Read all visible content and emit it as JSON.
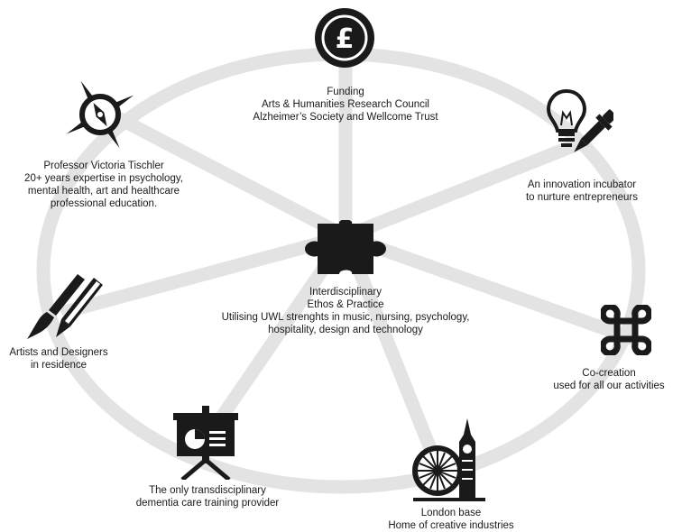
{
  "hub": {
    "icon": "puzzle-piece-icon",
    "lines": [
      "Interdisciplinary",
      "Ethos & Practice",
      "Utilising UWL strenghts in music, nursing, psychology,",
      "hospitality, design and technology"
    ]
  },
  "nodes": {
    "funding": {
      "icon": "pound-coin-icon",
      "lines": [
        "Funding",
        "Arts & Humanities Research Council",
        "Alzheimer’s Society and Wellcome Trust"
      ]
    },
    "innovation": {
      "icon": "lightbulb-pipette-icon",
      "lines": [
        "An innovation incubator",
        "to nurture entrepreneurs"
      ]
    },
    "cocreation": {
      "icon": "command-key-icon",
      "lines": [
        "Co-creation",
        "used for all our activities"
      ]
    },
    "london": {
      "icon": "london-eye-big-ben-icon",
      "lines": [
        "London base",
        "Home of creative industries"
      ]
    },
    "training": {
      "icon": "presentation-board-icon",
      "lines": [
        "The only transdisciplinary",
        "dementia care training provider"
      ]
    },
    "artists": {
      "icon": "paintbrush-pencil-icon",
      "lines": [
        "Artists and Designers",
        "in residence"
      ]
    },
    "professor": {
      "icon": "compass-icon",
      "lines": [
        "Professor Victoria Tischler",
        "20+ years expertise in psychology,",
        "mental health, art and healthcare",
        "professional education."
      ]
    }
  },
  "colors": {
    "wheel": "#e3e3e3",
    "icon": "#1a1a1a",
    "background": "#ffffff"
  }
}
